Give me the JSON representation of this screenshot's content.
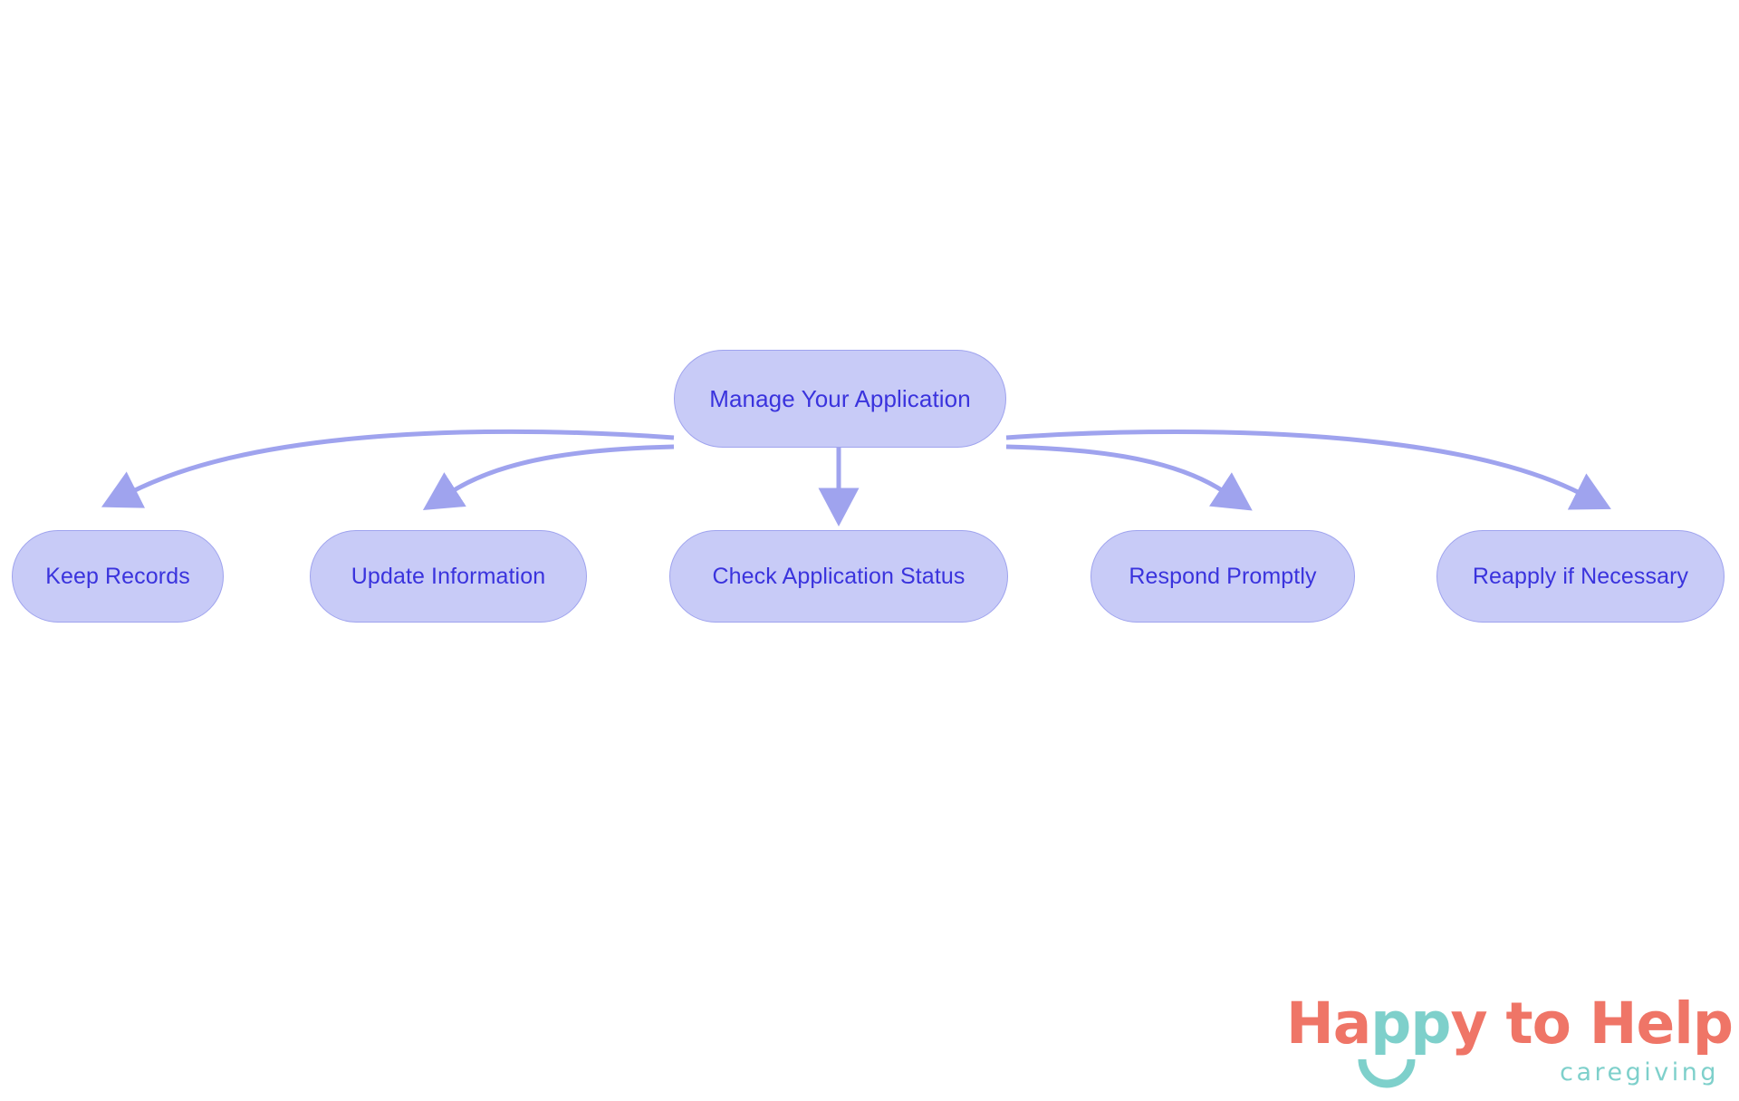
{
  "diagram": {
    "type": "flowchart",
    "direction": "top-down",
    "title": "Manage Your Application",
    "colors": {
      "node_fill": "#c8cbf7",
      "node_border": "#9fa3ee",
      "node_text": "#3a33dd",
      "edge": "#9fa3ee",
      "background": "#ffffff"
    },
    "root": {
      "id": "root",
      "label": "Manage Your Application"
    },
    "children": [
      {
        "id": "keep-records",
        "label": "Keep Records"
      },
      {
        "id": "update-info",
        "label": "Update Information"
      },
      {
        "id": "check-status",
        "label": "Check Application Status"
      },
      {
        "id": "respond-promptly",
        "label": "Respond Promptly"
      },
      {
        "id": "reapply",
        "label": "Reapply if Necessary"
      }
    ],
    "edges": [
      {
        "from": "root",
        "to": "keep-records",
        "arrow": "arrowhead-icon"
      },
      {
        "from": "root",
        "to": "update-info",
        "arrow": "arrowhead-icon"
      },
      {
        "from": "root",
        "to": "check-status",
        "arrow": "arrowhead-icon"
      },
      {
        "from": "root",
        "to": "respond-promptly",
        "arrow": "arrowhead-icon"
      },
      {
        "from": "root",
        "to": "reapply",
        "arrow": "arrowhead-icon"
      }
    ]
  },
  "logo": {
    "word_happy_h": "H",
    "word_happy_a": "a",
    "word_happy_pp": "pp",
    "word_happy_y": "y",
    "word_to_help": " to Help",
    "tagline": "caregiving",
    "primary_color": "#ef7567",
    "secondary_color": "#7ed0cb"
  }
}
